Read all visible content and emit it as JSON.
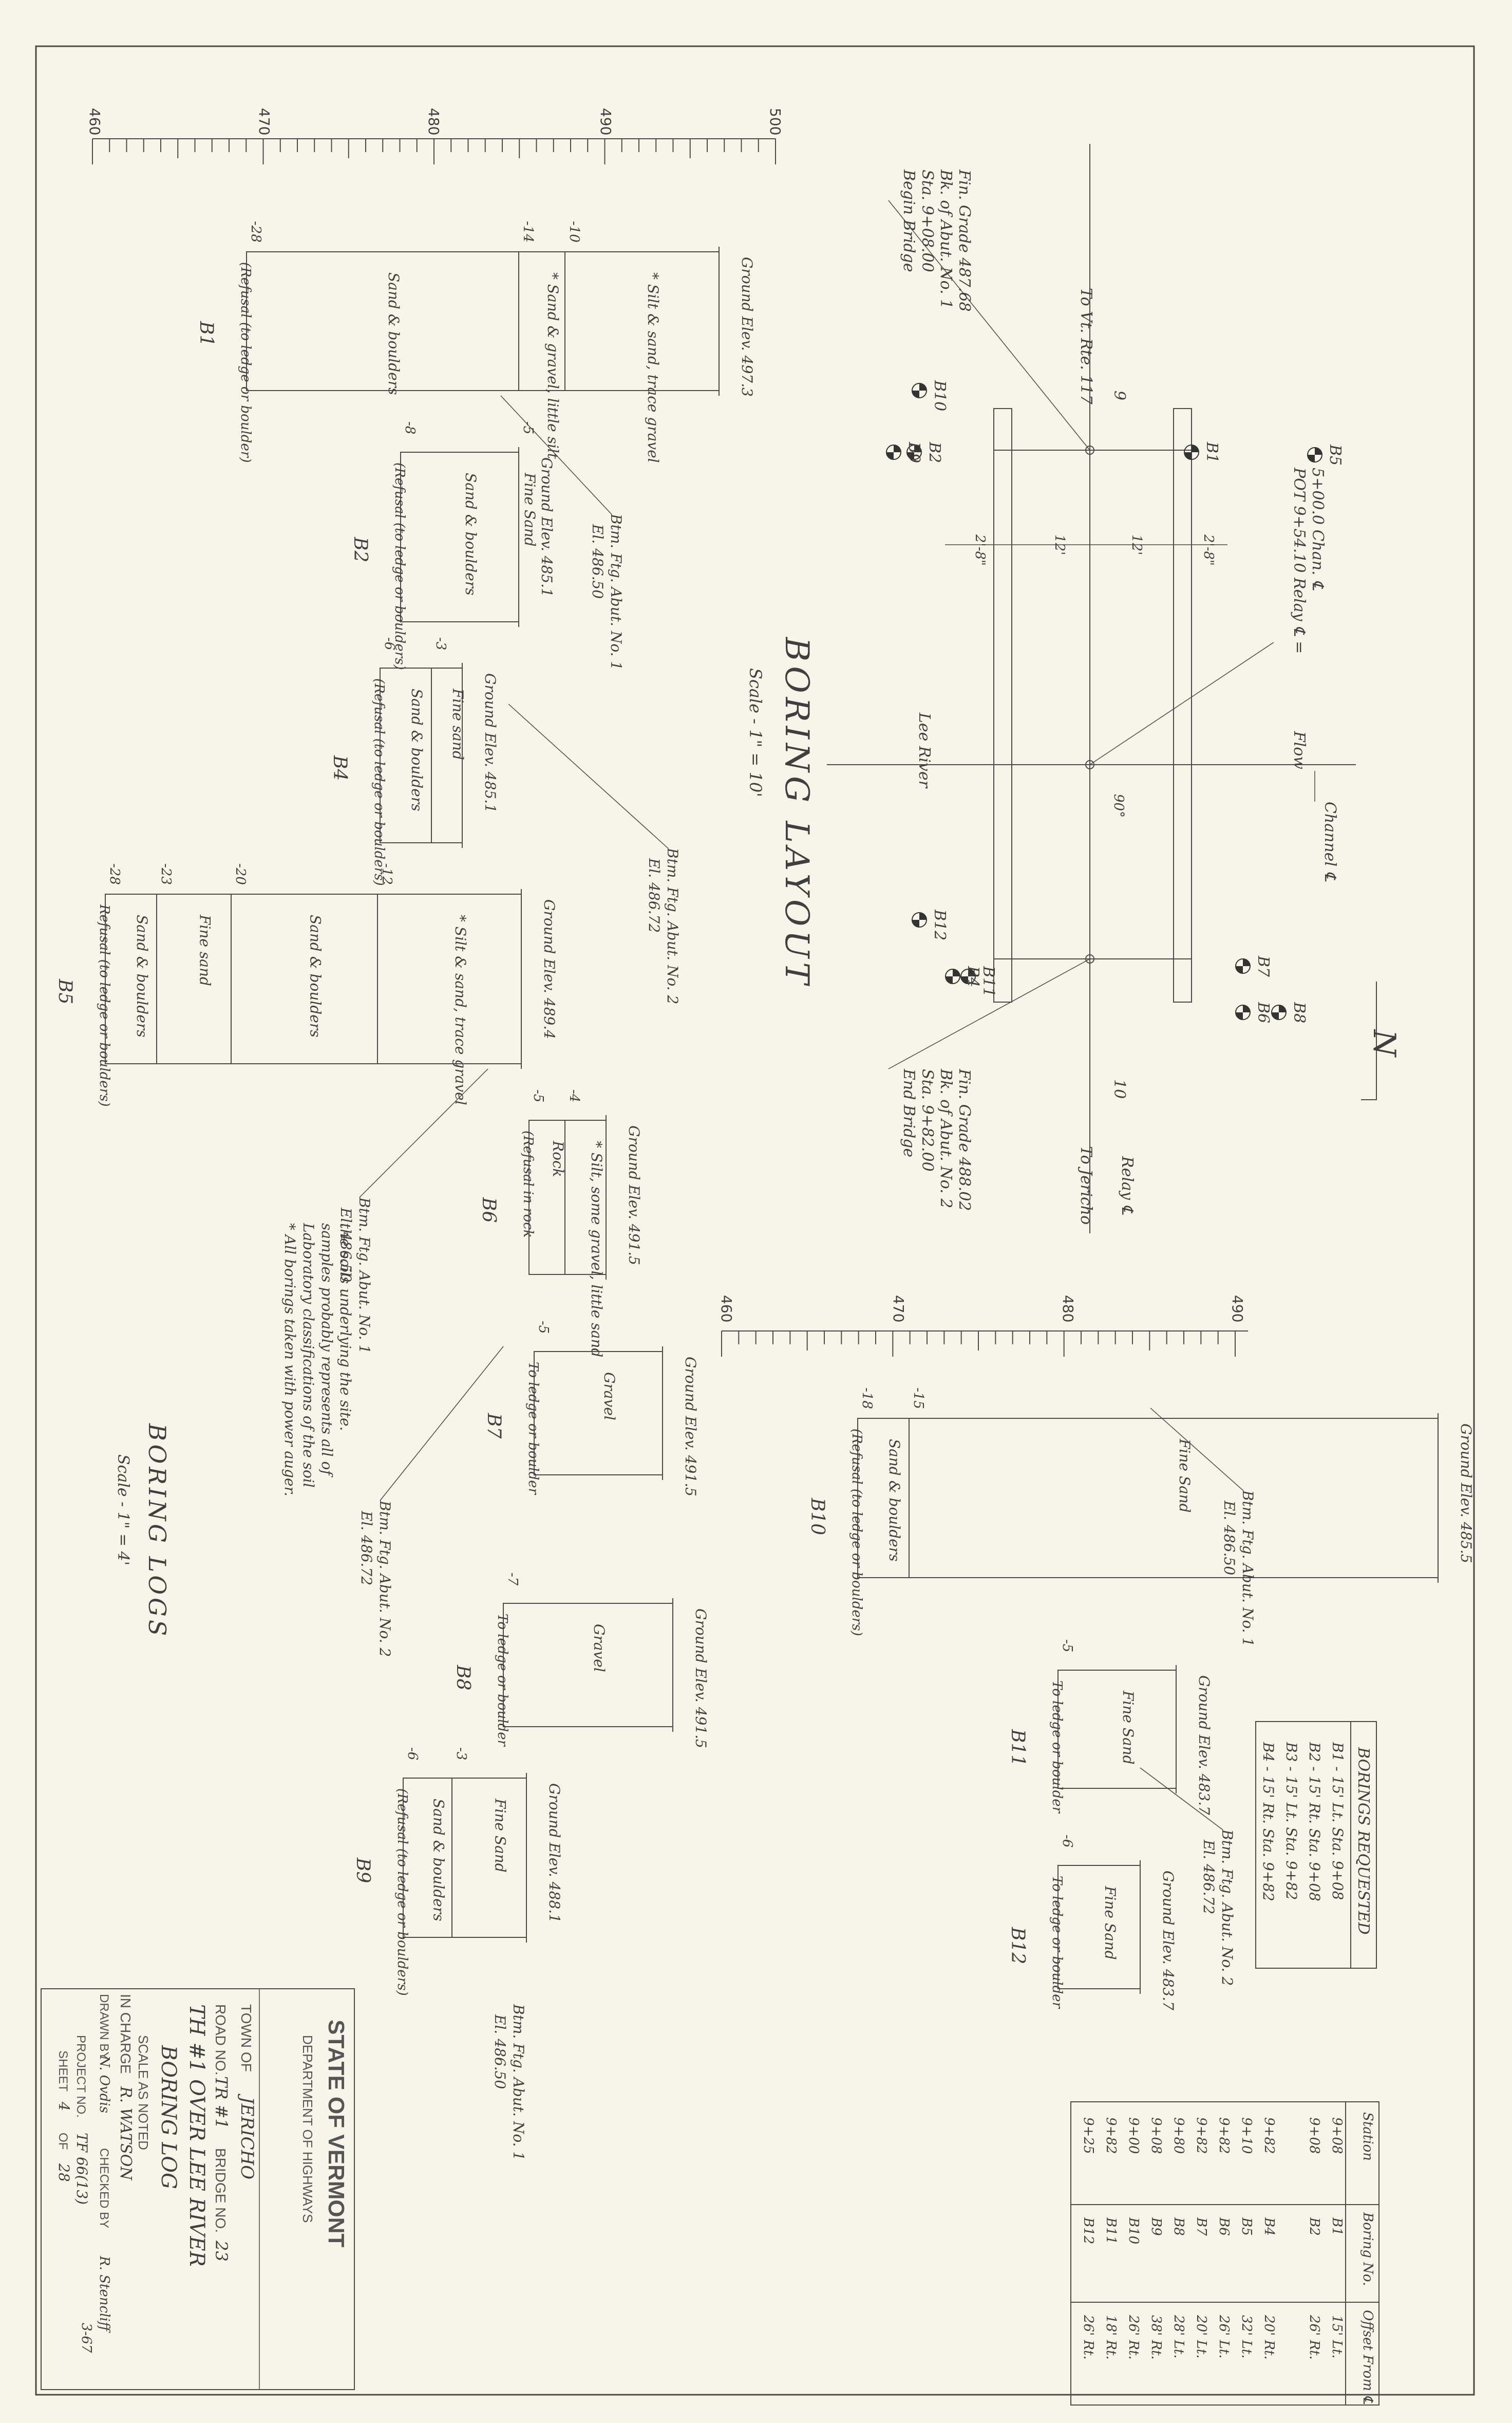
{
  "boring_layout": {
    "title": "BORING LAYOUT",
    "scale": "Scale - 1\" = 10'",
    "to_route": "To Vt. Rte. 117",
    "to_jericho": "To Jericho",
    "river": "Lee River",
    "flow": "Flow",
    "channel": "Channel ℄",
    "relay": "Relay ℄",
    "angle": "90°",
    "station_9": "9",
    "station_10": "10",
    "begin_bridge": [
      "Begin Bridge",
      "Sta. 9+08.00",
      "Bk. of Abut. No. 1",
      "Fin. Grade 487.68"
    ],
    "end_bridge": [
      "End Bridge",
      "Sta. 9+82.00",
      "Bk. of Abut. No. 2",
      "Fin. Grade 488.02"
    ],
    "pot": [
      "POT 9+54.10 Relay ℄ =",
      "5+00.0 Chan. ℄"
    ],
    "dims": [
      "2'-8\"",
      "12'",
      "12'",
      "2'-8\""
    ],
    "boring_marks": [
      "B5",
      "B1",
      "B10",
      "B2",
      "B9",
      "B12",
      "B11",
      "B4",
      "B7",
      "B8",
      "B6"
    ]
  },
  "boring_logs": {
    "title": "BORING LOGS",
    "scale": "Scale - 1\" = 4'",
    "note": [
      "* All borings taken with power auger.",
      "Laboratory classifications of the soil",
      "samples probably represents all of",
      "the soils underlying the site."
    ],
    "elev_scale_1": [
      "460",
      "470",
      "480",
      "490",
      "500"
    ],
    "elev_scale_2": [
      "460",
      "470",
      "480",
      "490"
    ],
    "logs": [
      {
        "id": "B1",
        "ground": "Ground Elev. 497.3",
        "layers": [
          "* Silt & sand, trace gravel",
          "* Sand & gravel, little silt",
          "Sand & boulders"
        ],
        "depths": [
          "-10",
          "-14",
          "-28"
        ],
        "refusal": "(Refusal (to ledge or boulder)"
      },
      {
        "id": "B2",
        "ground": "Ground Elev. 485.1",
        "layers": [
          "Fine Sand",
          "Sand & boulders"
        ],
        "depths": [
          "-5",
          "-8"
        ],
        "refusal": "(Refusal (to ledge or boulders)"
      },
      {
        "id": "B4",
        "ground": "Ground Elev. 485.1",
        "layers": [
          "Fine sand",
          "Sand & boulders"
        ],
        "depths": [
          "-3",
          "-6"
        ],
        "refusal": "(Refusal (to ledge or boulders)"
      },
      {
        "id": "B5",
        "ground": "Ground Elev. 489.4",
        "layers": [
          "* Silt & sand, trace gravel",
          "Sand & boulders",
          "Fine sand",
          "Sand & boulders"
        ],
        "depths": [
          "-12",
          "-20",
          "-23",
          "-28"
        ],
        "refusal": "Refusal (to ledge or boulders)"
      },
      {
        "id": "B6",
        "ground": "Ground Elev. 491.5",
        "layers": [
          "* Silt, some gravel, little sand",
          "Rock"
        ],
        "depths": [
          "-4",
          "-5"
        ],
        "refusal": "(Refusal in rock"
      },
      {
        "id": "B7",
        "ground": "Ground Elev. 491.5",
        "layers": [
          "Gravel"
        ],
        "depths": [
          "-5"
        ],
        "refusal": "To ledge or boulder"
      },
      {
        "id": "B8",
        "ground": "Ground Elev. 491.5",
        "layers": [
          "Gravel"
        ],
        "depths": [
          "-7"
        ],
        "refusal": "To ledge or boulder"
      },
      {
        "id": "B9",
        "ground": "Ground Elev. 488.1",
        "layers": [
          "Fine Sand",
          "Sand & boulders"
        ],
        "depths": [
          "-3",
          "-6"
        ],
        "refusal": "(Refusal (to ledge or boulders)"
      },
      {
        "id": "B10",
        "ground": "Ground Elev. 485.5",
        "layers": [
          "Fine Sand",
          "Sand & boulders"
        ],
        "depths": [
          "-15",
          "-18"
        ],
        "refusal": "(Refusal (to ledge or boulders)"
      },
      {
        "id": "B11",
        "ground": "Ground Elev. 483.7",
        "layers": [
          "Fine Sand"
        ],
        "depths": [
          "-5"
        ],
        "refusal": "To ledge or boulder"
      },
      {
        "id": "B12",
        "ground": "Ground Elev. 483.7",
        "layers": [
          "Fine Sand"
        ],
        "depths": [
          "-6"
        ],
        "refusal": "To ledge or boulder"
      }
    ],
    "btm_labels": [
      [
        "Btm. Ftg. Abut. No. 1",
        "El. 486.50"
      ],
      [
        "Btm. Ftg. Abut. No. 2",
        "El. 486.72"
      ],
      [
        "Btm. Ftg. Abut. No. 1",
        "El. 486.50"
      ],
      [
        "Btm. Ftg. Abut. No. 2",
        "El. 486.72"
      ],
      [
        "Btm. Ftg. Abut. No. 1",
        "El. 486.50"
      ],
      [
        "Btm. Ftg. Abut. No. 2",
        "El. 486.72"
      ],
      [
        "Btm. Ftg. Abut. No. 1",
        "El. 486.50"
      ]
    ]
  },
  "borings_requested": {
    "title": "BORINGS REQUESTED",
    "rows": [
      "B1 - 15' Lt. Sta. 9+08",
      "B2 - 15' Rt. Sta. 9+08",
      "B3 - 15' Lt. Sta. 9+82",
      "B4 - 15' Rt. Sta. 9+82"
    ]
  },
  "station_table": {
    "headers": [
      "Station",
      "Boring No.",
      "Offset From ℄"
    ],
    "rows": [
      [
        "9+08",
        "B1",
        "15' Lt."
      ],
      [
        "9+08",
        "B2",
        "26' Rt."
      ],
      [
        "",
        "",
        ""
      ],
      [
        "9+82",
        "B4",
        "20' Rt."
      ],
      [
        "9+10",
        "B5",
        "32' Lt."
      ],
      [
        "9+82",
        "B6",
        "26' Lt."
      ],
      [
        "9+82",
        "B7",
        "20' Lt."
      ],
      [
        "9+80",
        "B8",
        "28' Lt."
      ],
      [
        "9+08",
        "B9",
        "38' Rt."
      ],
      [
        "9+00",
        "B10",
        "26' Rt."
      ],
      [
        "9+82",
        "B11",
        "18' Rt."
      ],
      [
        "9+25",
        "B12",
        "26' Rt."
      ]
    ]
  },
  "title_block": {
    "state": "STATE OF VERMONT",
    "dept": "DEPARTMENT OF HIGHWAYS",
    "town_label": "TOWN OF",
    "town": "JERICHO",
    "road_label": "ROAD NO.",
    "road": "TR #1",
    "bridge_label": "BRIDGE NO.",
    "bridge": "23",
    "subject": "TH #1 OVER LEE RIVER",
    "sheet_title": "BORING LOG",
    "scale": "SCALE AS NOTED",
    "in_charge_label": "IN CHARGE",
    "in_charge": "R. WATSON",
    "drawn_label": "DRAWN BY",
    "drawn": "N. Ovdis",
    "checked_label": "CHECKED BY",
    "checked": "R. Stencliff",
    "date": "3-67",
    "project_label": "PROJECT NO.",
    "project": "TF 66(13)",
    "sheet_label": "SHEET",
    "sheet": "4",
    "of_label": "OF",
    "of": "28"
  },
  "north_arrow": "N"
}
